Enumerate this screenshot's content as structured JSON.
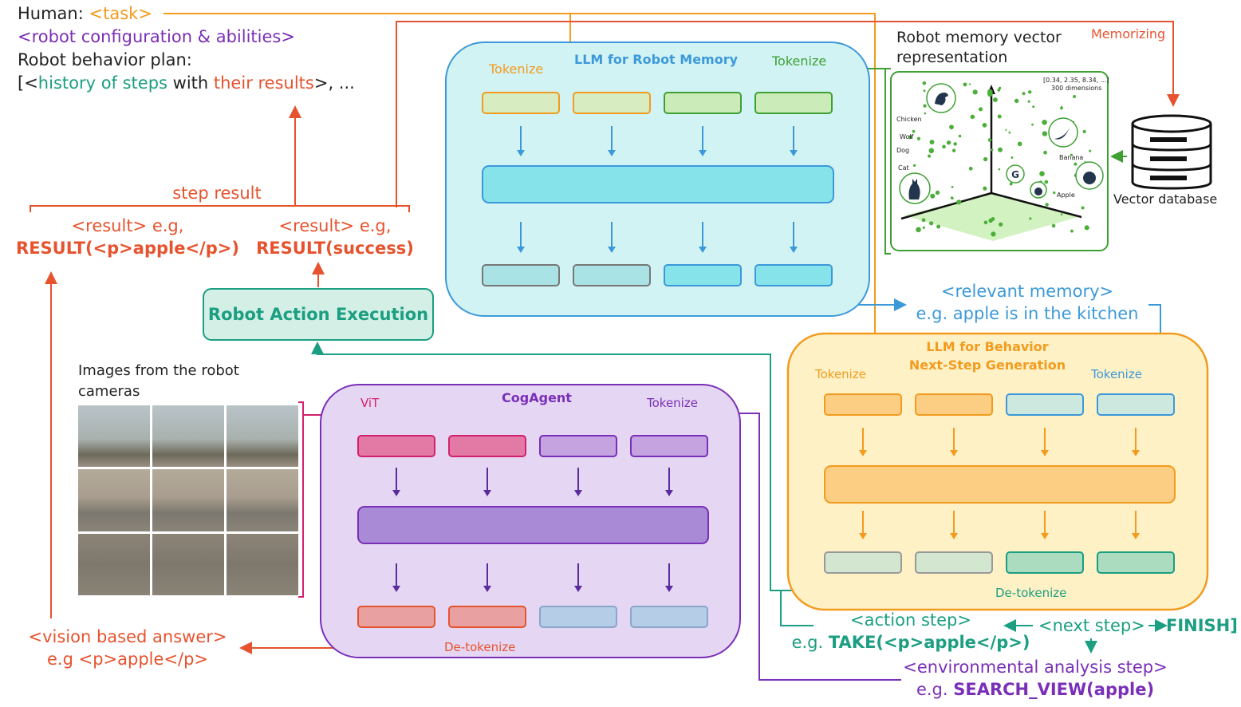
{
  "header": {
    "human": "Human: ",
    "task": "<task>",
    "robot_config": "<robot configuration & abilities>",
    "plan_label": "Robot behavior plan:",
    "history_open": "[<",
    "history": "history of steps",
    "with": " with ",
    "results": "their results",
    "history_close": ">, ..."
  },
  "step_result": {
    "label": "step result",
    "left_line1": "<result> e.g,",
    "left_line2": "RESULT(<p>apple</p>)",
    "right_line1": "<result> e.g,",
    "right_line2": "RESULT(success)"
  },
  "execution": {
    "label": "Robot Action Execution"
  },
  "memory_llm": {
    "title": "LLM for Robot Memory",
    "tokenize_left": "Tokenize",
    "tokenize_right": "Tokenize"
  },
  "vector": {
    "title_line1": "Robot memory vector",
    "title_line2": "representation",
    "memorizing": "Memorizing",
    "database": "Vector database",
    "inner_coords": "[0.34, 2.35, 8.34, ...]",
    "inner_dims": "300 dimensions",
    "labels": [
      "Chicken",
      "Wolf",
      "Dog",
      "Cat",
      "Banana",
      "Apple"
    ]
  },
  "relevant_memory": {
    "line1": "<relevant memory>",
    "line2": "e.g. apple is in the kitchen"
  },
  "behavior_llm": {
    "title_line1": "LLM for Behavior",
    "title_line2": "Next-Step Generation",
    "tokenize_left": "Tokenize",
    "tokenize_right": "Tokenize",
    "detokenize": "De-tokenize"
  },
  "cameras": {
    "label_line1": "Images from the robot",
    "label_line2": "cameras"
  },
  "cogagent": {
    "title": "CogAgent",
    "vit": "ViT",
    "tokenize": "Tokenize",
    "detokenize": "De-tokenize"
  },
  "vision_answer": {
    "line1": "<vision based answer>",
    "line2": "e.g <p>apple</p>"
  },
  "action_step": {
    "line1": "<action step>",
    "line2_prefix": "e.g. ",
    "line2_code": "TAKE(<p>apple</p>)"
  },
  "next_step": {
    "label": "<next step>",
    "finish": "FINISH]"
  },
  "env_step": {
    "line1": "<environmental analysis step>",
    "line2_prefix": "e.g. ",
    "line2_code": "SEARCH_VIEW(apple)"
  },
  "colors": {
    "orange": "#f29b1e",
    "purple": "#7a2fb8",
    "teal": "#1b9e82",
    "red": "#e6532e",
    "blue": "#3c99d9",
    "green": "#3ea033",
    "magenta": "#d3206e"
  }
}
